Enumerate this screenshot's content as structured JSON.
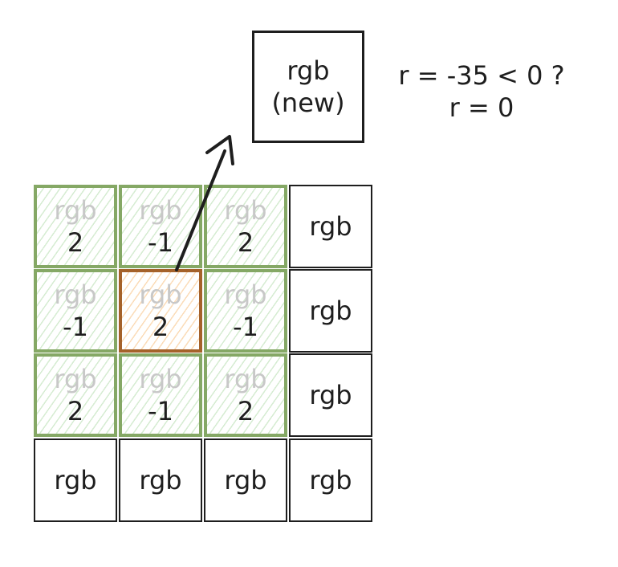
{
  "grid": {
    "rows": [
      [
        "rgb",
        "rgb",
        "rgb",
        "rgb"
      ],
      [
        "rgb",
        "rgb",
        "rgb",
        "rgb"
      ],
      [
        "rgb",
        "rgb",
        "rgb",
        "rgb"
      ],
      [
        "rgb",
        "rgb",
        "rgb",
        "rgb"
      ]
    ]
  },
  "kernel": {
    "rows": [
      [
        "2",
        "-1",
        "2"
      ],
      [
        "-1",
        "2",
        "-1"
      ],
      [
        "2",
        "-1",
        "2"
      ]
    ]
  },
  "output_pixel": {
    "line1": "rgb",
    "line2": "(new)"
  },
  "formula": {
    "line1": "r = -35 < 0 ?",
    "line2": "r = 0"
  },
  "colors": {
    "kernel_stroke": "#85a865",
    "kernel_fill": "#d6ecd2",
    "center_stroke": "#a5622a",
    "center_fill": "#fbdcb8",
    "ink": "#1e1e1e"
  }
}
